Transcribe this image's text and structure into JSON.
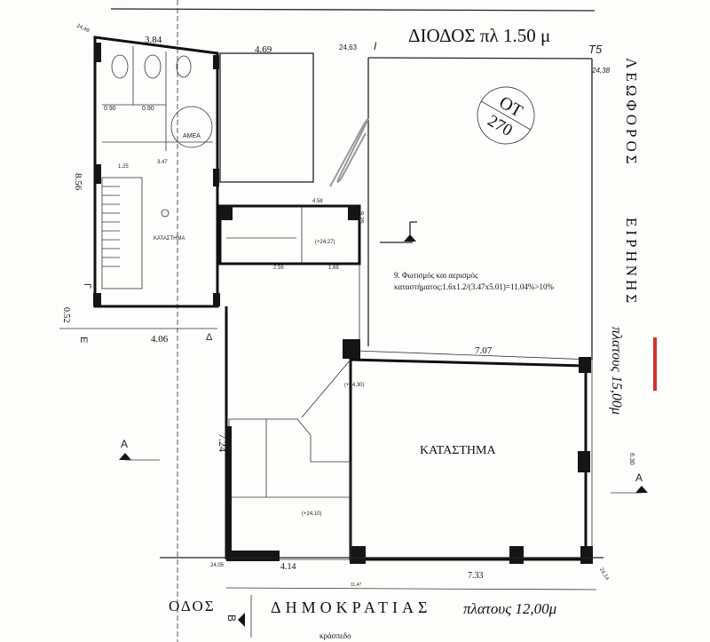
{
  "street_top": "ΔΙΟΔΟΣ πλ 1.50 μ",
  "street_right_1": "ΛΕΩΦΟΡΟΣ",
  "street_right_2": "ΕΙΡΗΝΗΣ",
  "street_right_width": "πλατους 15,00μ",
  "street_bottom_1": "ΟΔΟΣ",
  "street_bottom_2": "ΔΗΜΟΚΡΑΤΙΑΣ",
  "street_bottom_width": "πλατους 12,00μ",
  "kerb_label": "κράσπεδο",
  "block": {
    "top": "ΟΤ",
    "number": "270"
  },
  "corner_label": "Τ5",
  "rooms": {
    "store_main": "ΚΑΤΑΣΤΗΜΑ",
    "store_small": "ΚΑΤΑΣΤΗΜΑ",
    "accessible_wc": "ΑΜΕΑ"
  },
  "note": {
    "line1": "9. Φωτισμός και αερισμός",
    "line2": "καταστήματος:1.6x1.2/(3.47x5.01)=11.04%>10%"
  },
  "dimensions": {
    "d384": "3.84",
    "d469": "4.69",
    "d856": "8.56",
    "d925": "9.25",
    "d052": "0.52",
    "d406": "4.06",
    "d707": "7.07",
    "d724": "7.24",
    "d414": "4.14",
    "d733": "7.33",
    "d1147": "11,47",
    "d630": "6.30",
    "d090a": "0.90",
    "d090b": "0.90",
    "d347": "3.47",
    "d125": "1.25",
    "d256": "2.56",
    "d168": "1.68",
    "d458": "4.58"
  },
  "elevations": {
    "e2448": "24,48",
    "e2463": "24,63",
    "e2438": "24,38",
    "e2405": "24,05",
    "e2414": "24,14",
    "e2430": "(+24,30)",
    "e2427": "(+24,27)",
    "e2410": "(+24,10)"
  },
  "section_marks": {
    "a_left": "A",
    "a_right": "A",
    "b_bottom": "B",
    "gamma": "Γ",
    "delta": "Δ",
    "i_mark": "Ι",
    "e_mark": "Ε"
  }
}
